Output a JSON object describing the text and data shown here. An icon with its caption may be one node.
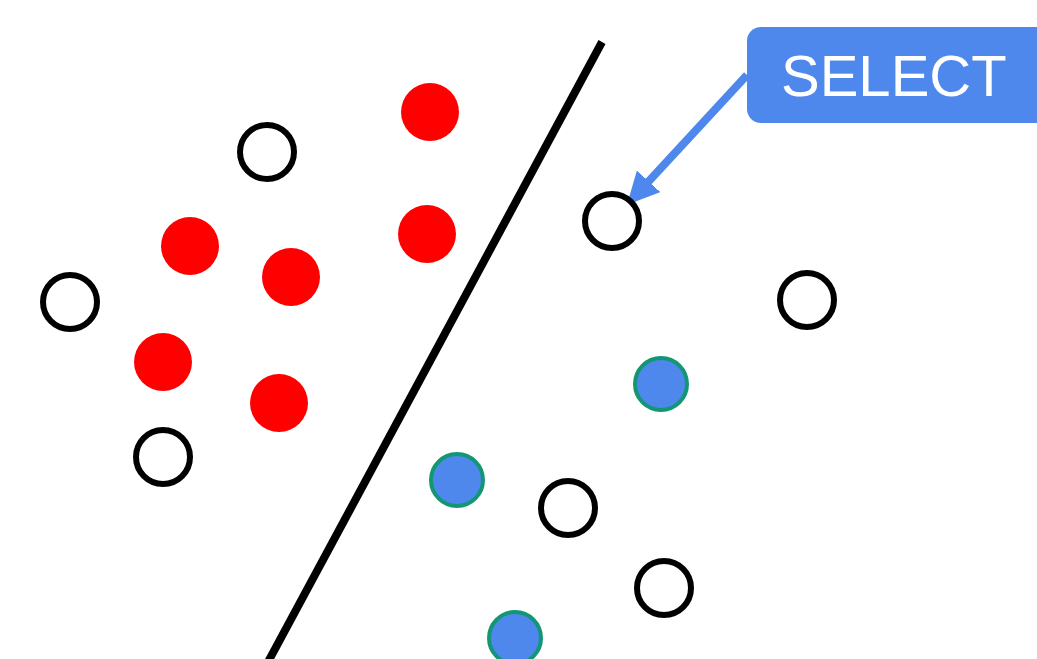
{
  "diagram": {
    "nodes": [
      {
        "text": [
          "SELECT"
        ]
      },
      {
        "text": [],
        "shape": "circle"
      },
      {
        "text": [],
        "shape": "circle"
      },
      {
        "text": [],
        "shape": "circle"
      },
      {
        "text": [],
        "shape": "circle"
      },
      {
        "text": [],
        "shape": "circle"
      },
      {
        "text": [],
        "shape": "circle"
      },
      {
        "text": [],
        "shape": "circle"
      }
    ],
    "edges": [
      {
        "from": 0,
        "to": 5,
        "arrow": "to"
      }
    ]
  }
}
